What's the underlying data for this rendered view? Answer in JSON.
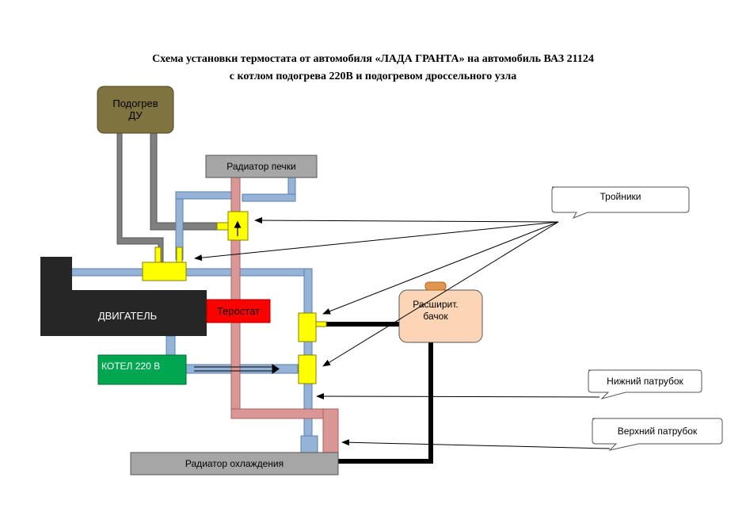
{
  "title": {
    "line1": "Схема установки термостата от автомобиля «ЛАДА ГРАНТА» на автомобиль ВАЗ 21124",
    "line2": "с котлом подогрева 220В и подогревом дроссельного узла"
  },
  "blocks": {
    "throttle_heater": "Подогрев\nДУ",
    "heater_radiator": "Радиатор печки",
    "engine": "ДВИГАТЕЛЬ",
    "thermostat": "Теростат",
    "boiler": "КОТЕЛ 220 В",
    "expansion_tank": "Расширит.\nбачок",
    "cooling_radiator": "Радиатор охлаждения"
  },
  "callouts": {
    "tees": "Тройники",
    "lower_hose": "Нижний патрубок",
    "upper_hose": "Верхний патрубок"
  },
  "colors": {
    "blue_pipe": "#95b3d7",
    "pink_pipe": "#d99694",
    "gray_pipe": "#7f7f7f",
    "tee": "#ffff00",
    "engine": "#262626",
    "thermostat": "#ff0000",
    "boiler": "#00a650",
    "throttle_heater": "#7f7340",
    "radiator": "#a6a6a6",
    "tank": "#fbd5b5"
  }
}
